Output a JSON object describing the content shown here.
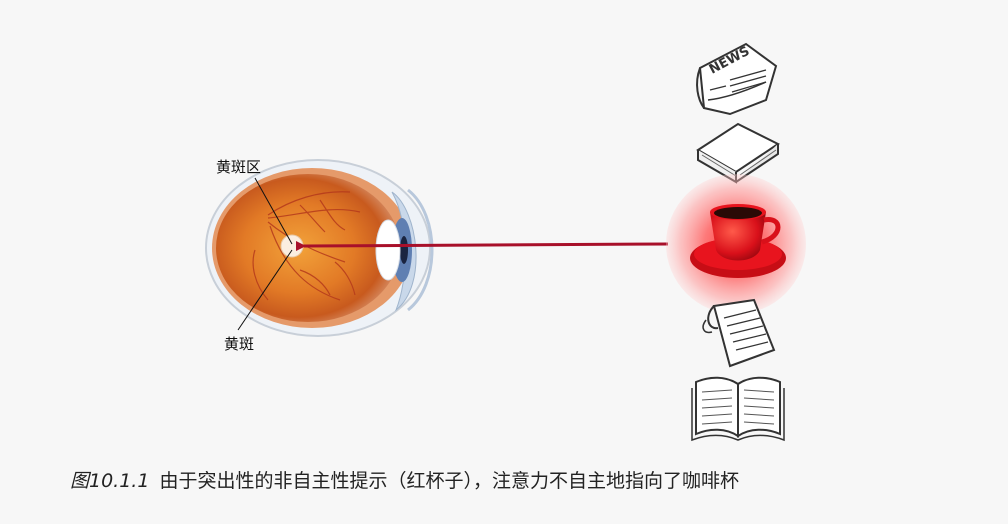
{
  "labels": {
    "macula_region": "黄斑区",
    "macula": "黄斑"
  },
  "caption": {
    "number": "图10.1.1",
    "text": "由于突出性的非自主性提示（红杯子），注意力不自主地指向了咖啡杯"
  },
  "newspaper_text": "NEWS",
  "colors": {
    "arrow": "#a8102a",
    "highlight": "#ff3b3b",
    "cup": "#e0141c"
  },
  "icons": [
    "newspaper-icon",
    "book-closed-icon",
    "coffee-cup-icon",
    "notepad-icon",
    "book-open-icon"
  ]
}
